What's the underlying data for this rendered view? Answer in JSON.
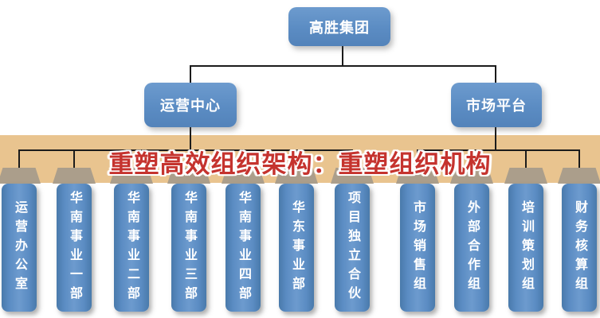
{
  "banner": {
    "title": "重塑高效组织架构：重塑组织机构"
  },
  "org": {
    "root": {
      "label": "高胜集团"
    },
    "level2": [
      {
        "label": "运营中心",
        "children": [
          "运营办公室",
          "华南事业一部",
          "华南事业二部",
          "华南事业三部",
          "华南事业四部",
          "华东事业部",
          "项目独立合伙"
        ]
      },
      {
        "label": "市场平台",
        "children": [
          "市场销售组",
          "外部合作组",
          "培训策划组",
          "财务核算组"
        ]
      }
    ]
  },
  "palette": {
    "node_blue": "#5b8cc3",
    "node_blue_light": "#6d9bce",
    "node_blue_dark": "#497aab",
    "node_blue_dark2": "#5383ba",
    "band_tan": "#e9c48f",
    "cap_taupe": "#ab9e8b",
    "title_red": "#c5332e",
    "line_dark": "#1b1b1b"
  }
}
